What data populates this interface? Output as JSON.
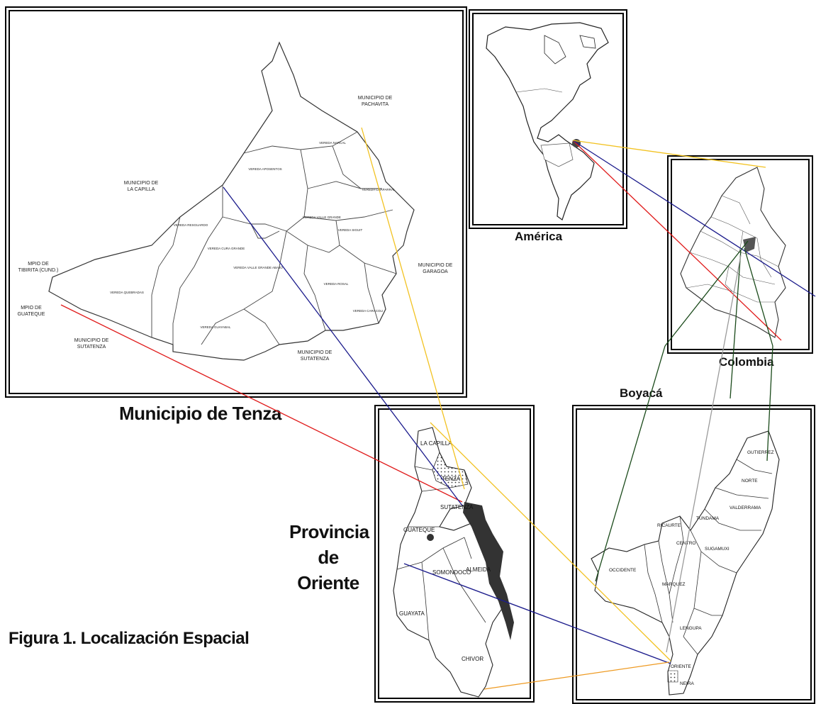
{
  "labels": {
    "tenza_title": "Municipio de Tenza",
    "america": "América",
    "colombia": "Colombia",
    "boyaca": "Boyacá",
    "provincia_1": "Provincia",
    "provincia_2": "de",
    "provincia_3": "Oriente",
    "figure_caption": "Figura 1. Localización Espacial"
  },
  "tenza_map": {
    "neighbors": {
      "pachavita_1": "MUNICIPIO DE",
      "pachavita_2": "PACHAVITA",
      "la_capilla_1": "MUNICIPIO DE",
      "la_capilla_2": "LA CAPILLA",
      "tibirita_1": "MPIO DE",
      "tibirita_2": "TIBIRITA (CUND.)",
      "guateque_1": "MPIO DE",
      "guateque_2": "GUATEQUE",
      "sutatenza_w_1": "MUNICIPIO DE",
      "sutatenza_w_2": "SUTATENZA",
      "sutatenza_s_1": "MUNICIPIO DE",
      "sutatenza_s_2": "SUTATENZA",
      "garagoa_1": "MUNICIPIO DE",
      "garagoa_2": "GARAGOA"
    },
    "veredas": [
      "VEREDA NARCAL",
      "VEREDA APOSENTOS",
      "VEREDA CHAPARRAL",
      "VEREDA RESGUARDO",
      "VEREDA VALLE GRANDE",
      "VEREDA QUEBRADAS",
      "VEREDA VALLE GRANDE ABAJO",
      "VEREDA ROSAL",
      "VEREDA CURA GRANDE",
      "VEREDA CARACOLI",
      "VEREDA SIGUIT",
      "VEREDA GUAYABAL"
    ]
  },
  "provincia_map": {
    "municipios": [
      "LA CAPILLA",
      "TENZA",
      "SUTATENZA",
      "GUATEQUE",
      "SOMONDOCO",
      "ALMEIDA",
      "GUAYATA",
      "CHIVOR"
    ]
  },
  "boyaca_map": {
    "provincias": [
      "GUTIERREZ",
      "NORTE",
      "VALDERRAMA",
      "TUNDAMA",
      "SUGAMUXI",
      "CENTRO",
      "RICAURTE",
      "OCCIDENTE",
      "MARQUEZ",
      "LENGUPA",
      "NEIRA",
      "ORIENTE"
    ]
  },
  "colors": {
    "red": "#e01c1c",
    "blue": "#1c1c8c",
    "yellow": "#f2c222",
    "green": "#1a4a1a",
    "orange": "#ee9a22",
    "gray": "#9a9a9a"
  }
}
